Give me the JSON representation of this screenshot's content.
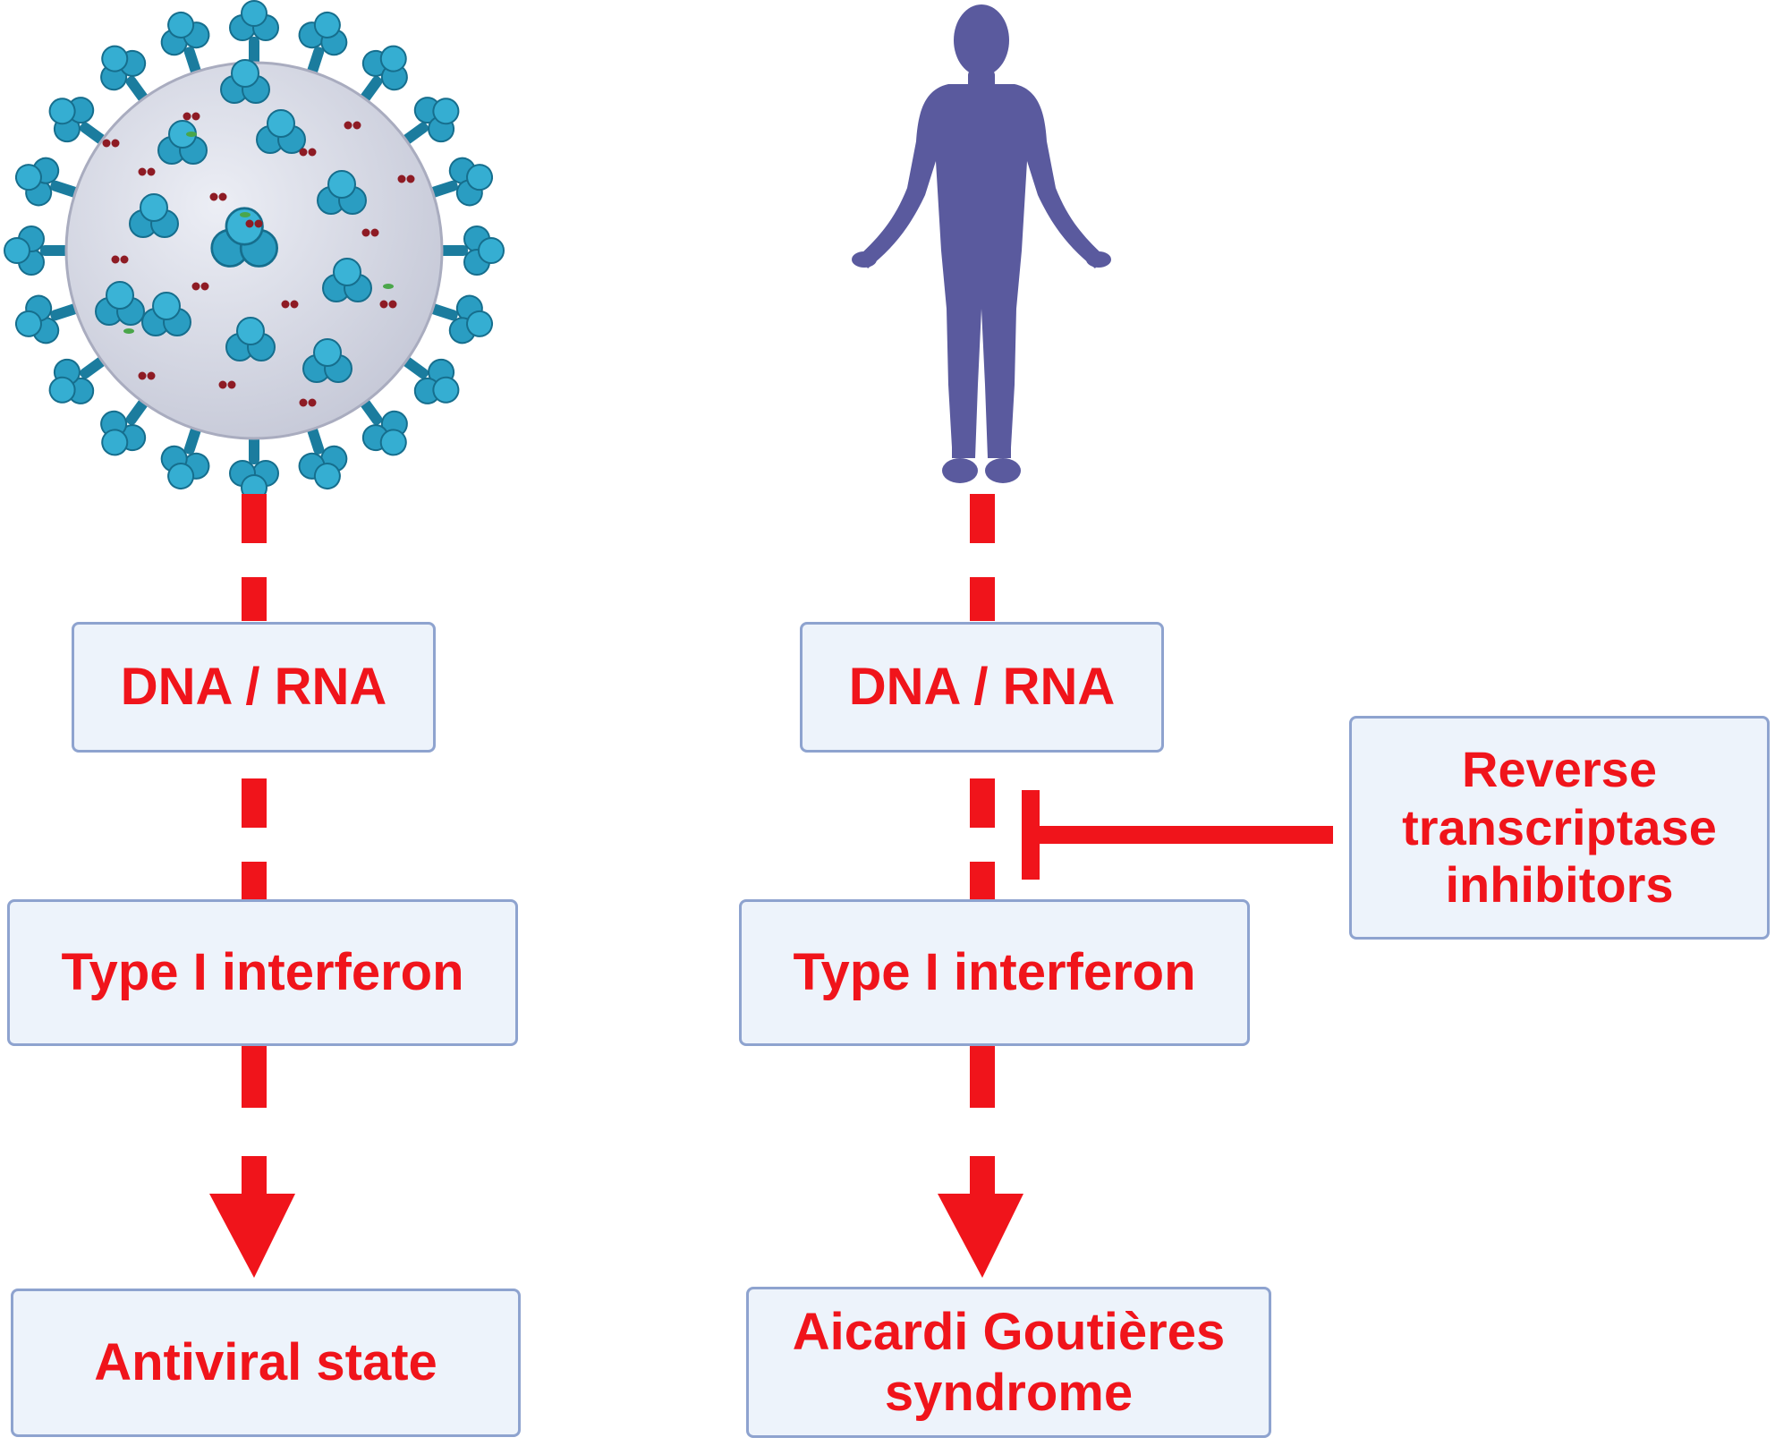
{
  "left_pathway": {
    "source_icon": "virus-icon",
    "nodes": [
      "DNA / RNA",
      "Type I interferon",
      "Antiviral state"
    ]
  },
  "right_pathway": {
    "source_icon": "human-body-icon",
    "nodes": [
      "DNA / RNA",
      "Type I interferon",
      "Aicardi Goutières\nsyndrome"
    ]
  },
  "inhibitor": {
    "label": "Reverse\ntranscriptase\ninhibitors"
  },
  "colors": {
    "arrow": "#f0141b",
    "text": "#f0141b",
    "box_fill": "#edf3fb",
    "box_border": "#8ea3cf",
    "virus_spike": "#2a9dc2",
    "virus_body": "#d4d6e2",
    "human": "#5a5a9e"
  }
}
